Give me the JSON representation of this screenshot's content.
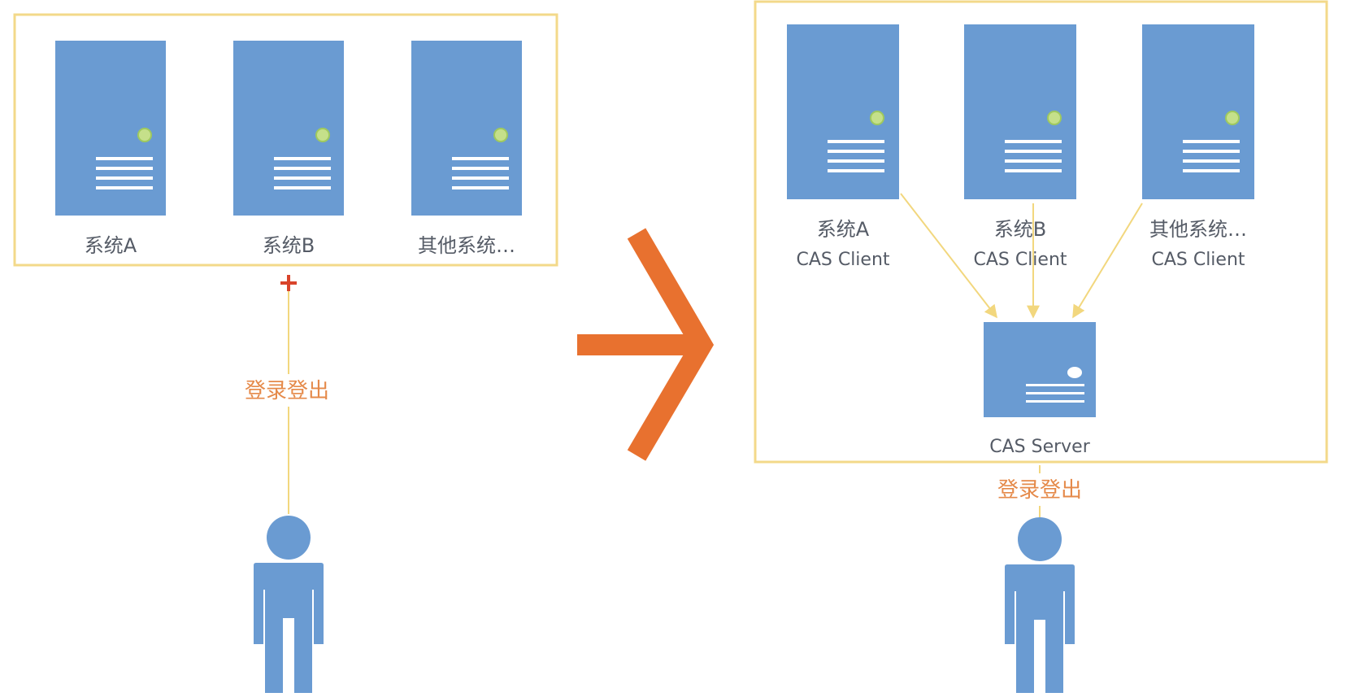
{
  "left": {
    "systems": [
      {
        "label": "系统A"
      },
      {
        "label": "系统B"
      },
      {
        "label": "其他系统…"
      }
    ],
    "action_label": "登录登出"
  },
  "right": {
    "clients": [
      {
        "label": "系统A",
        "sub": "CAS Client"
      },
      {
        "label": "系统B",
        "sub": "CAS Client"
      },
      {
        "label": "其他系统…",
        "sub": "CAS Client"
      }
    ],
    "server_label": "CAS Server",
    "action_label": "登录登出"
  },
  "colors": {
    "server_blue": "#6a9bd2",
    "box_yellow": "#f3d98a",
    "arrow_orange": "#e8712f",
    "action_text": "#e58a4a"
  },
  "icons": [
    "server-icon",
    "person-icon",
    "right-arrow-icon"
  ]
}
